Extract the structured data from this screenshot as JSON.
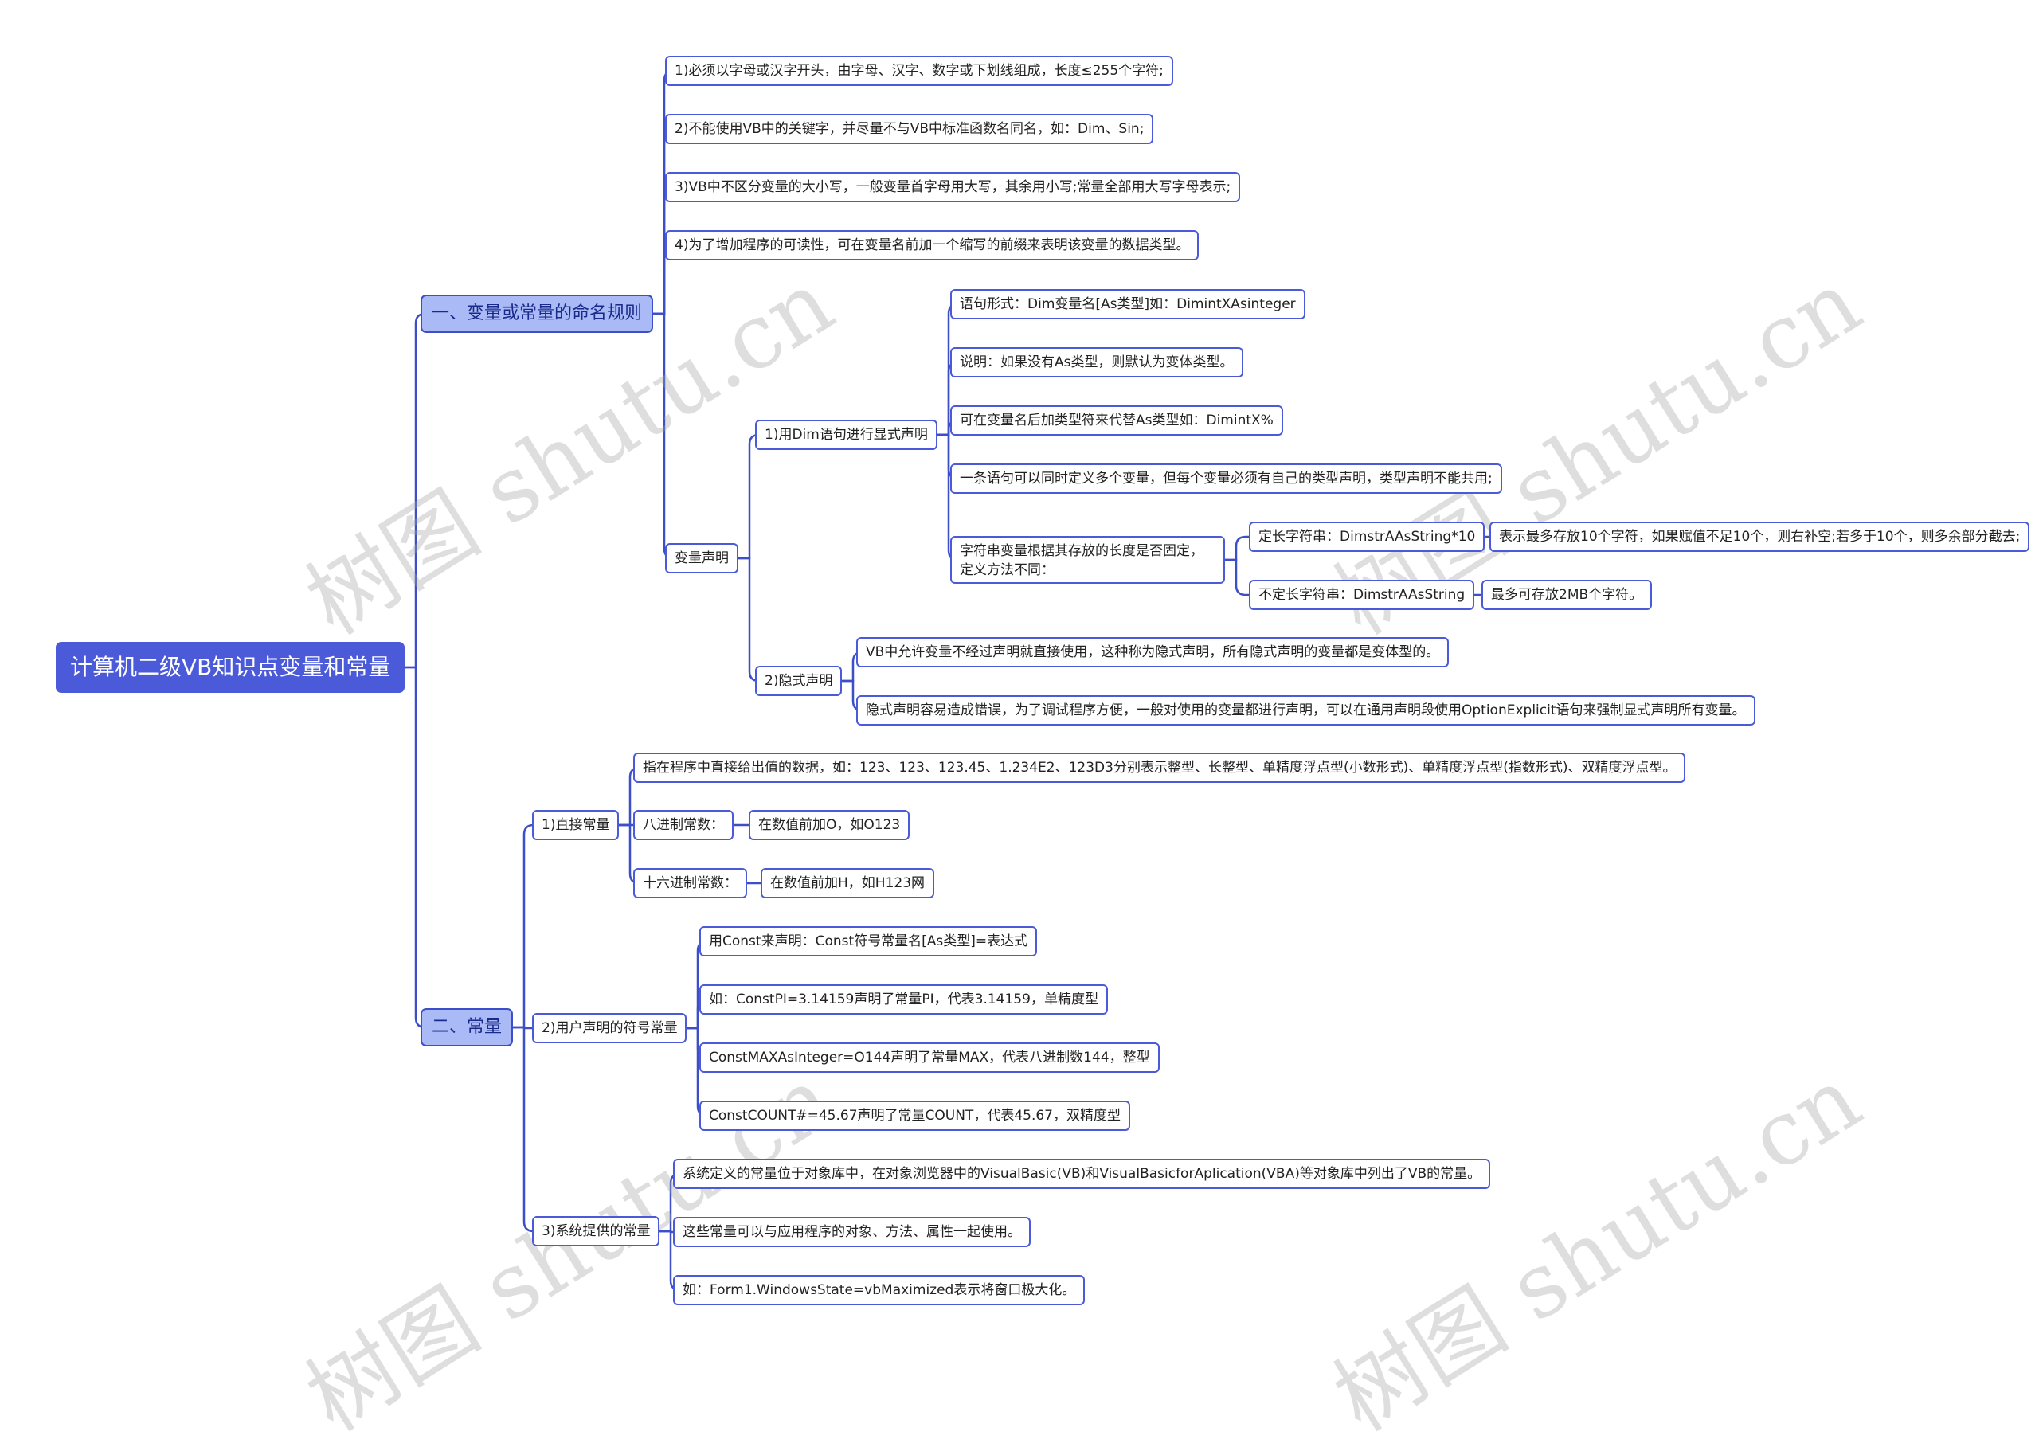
{
  "root": "计算机二级VB知识点变量和常量",
  "watermark": "树图 shutu.cn",
  "n1": "一、变量或常量的命名规则",
  "r1": "1)必须以字母或汉字开头，由字母、汉字、数字或下划线组成，长度≤255个字符;",
  "r2": "2)不能使用VB中的关键字，并尽量不与VB中标准函数名同名，如：Dim、Sin;",
  "r3": "3)VB中不区分变量的大小写，一般变量首字母用大写，其余用小写;常量全部用大写字母表示;",
  "r4": "4)为了增加程序的可读性，可在变量名前加一个缩写的前缀来表明该变量的数据类型。",
  "vd": "变量声明",
  "dim": "1)用Dim语句进行显式声明",
  "d1": "语句形式：Dim变量名[As类型]如：DimintXAsinteger",
  "d2": "说明：如果没有As类型，则默认为变体类型。",
  "d3": "可在变量名后加类型符来代替As类型如：DimintX%",
  "d4": "一条语句可以同时定义多个变量，但每个变量必须有自己的类型声明，类型声明不能共用;",
  "d5": "字符串变量根据其存放的长度是否固定，定义方法不同：",
  "s1": "定长字符串：DimstrAAsString*10",
  "s1a": "表示最多存放10个字符，如果赋值不足10个，则右补空;若多于10个，则多余部分截去;",
  "s2": "不定长字符串：DimstrAAsString",
  "s2a": "最多可存放2MB个字符。",
  "imp": "2)隐式声明",
  "i1": "VB中允许变量不经过声明就直接使用，这种称为隐式声明，所有隐式声明的变量都是变体型的。",
  "i2": "隐式声明容易造成错误，为了调试程序方便，一般对使用的变量都进行声明，可以在通用声明段使用OptionExplicit语句来强制显式声明所有变量。",
  "n2": "二、常量",
  "c1": "1)直接常量",
  "c1a": "指在程序中直接给出值的数据，如：123、123、123.45、1.234E2、123D3分别表示整型、长整型、单精度浮点型(小数形式)、单精度浮点型(指数形式)、双精度浮点型。",
  "c1b": "八进制常数：",
  "c1b1": "在数值前加O，如O123",
  "c1c": "十六进制常数：",
  "c1c1": "在数值前加H，如H123网",
  "c2": "2)用户声明的符号常量",
  "c2a": "用Const来声明：Const符号常量名[As类型]=表达式",
  "c2b": "如：ConstPI=3.14159声明了常量PI，代表3.14159，单精度型",
  "c2c": "ConstMAXAsInteger=O144声明了常量MAX，代表八进制数144，整型",
  "c2d": "ConstCOUNT#=45.67声明了常量COUNT，代表45.67，双精度型",
  "c3": "3)系统提供的常量",
  "c3a": "系统定义的常量位于对象库中，在对象浏览器中的VisualBasic(VB)和VisualBasicforAplication(VBA)等对象库中列出了VB的常量。",
  "c3b": "这些常量可以与应用程序的对象、方法、属性一起使用。",
  "c3c": "如：Form1.WindowsState=vbMaximized表示将窗口极大化。",
  "line_color": "#3c4fc9"
}
